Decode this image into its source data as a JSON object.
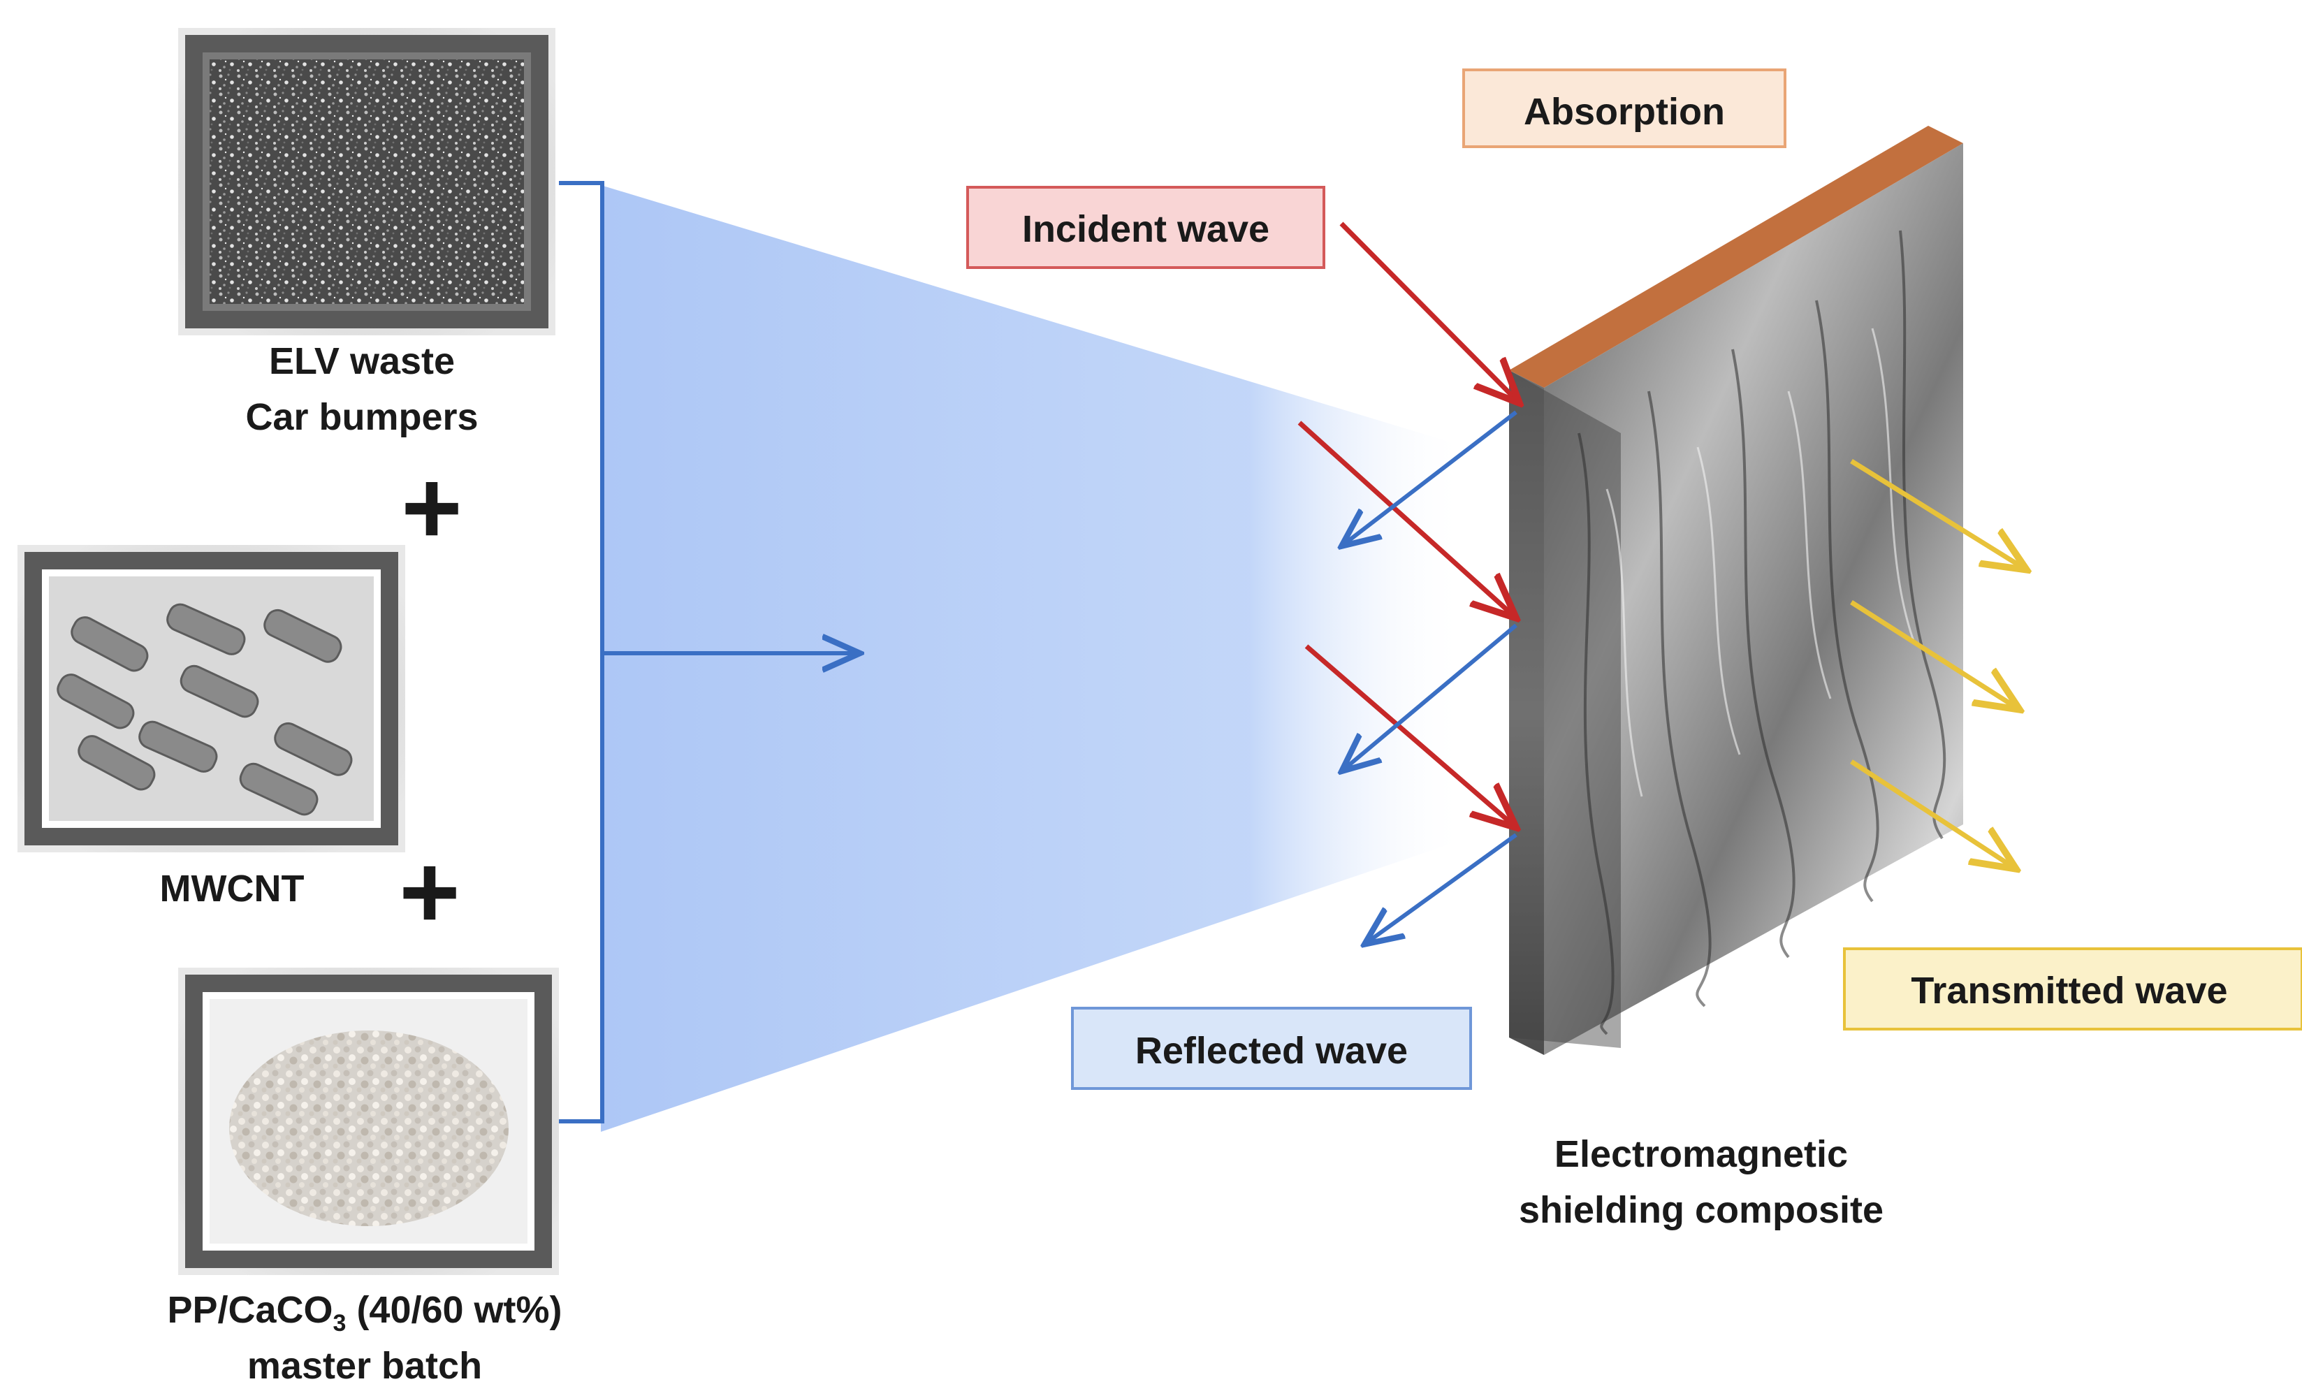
{
  "materials": {
    "elv_line1": "ELV waste",
    "elv_line2": "Car bumpers",
    "mwcnt": "MWCNT",
    "pp_line1_a": "PP/CaCO",
    "pp_line1_sub": "3",
    "pp_line1_b": " (40/60 wt%)",
    "pp_line2": "master batch",
    "plus": "+"
  },
  "waves": {
    "absorption": "Absorption",
    "incident": "Incident wave",
    "reflected": "Reflected wave",
    "transmitted": "Transmitted wave"
  },
  "composite": {
    "line1": "Electromagnetic",
    "line2": "shielding composite"
  },
  "colors": {
    "incident": "#c62828",
    "reflected": "#3a6fc4",
    "transmitted": "#e8c23a",
    "absorption": "#d9824b",
    "funnel": "#a9c4f5"
  },
  "icons": [
    "brace-connector",
    "arrow-right",
    "photo-frame",
    "sem-slab"
  ]
}
